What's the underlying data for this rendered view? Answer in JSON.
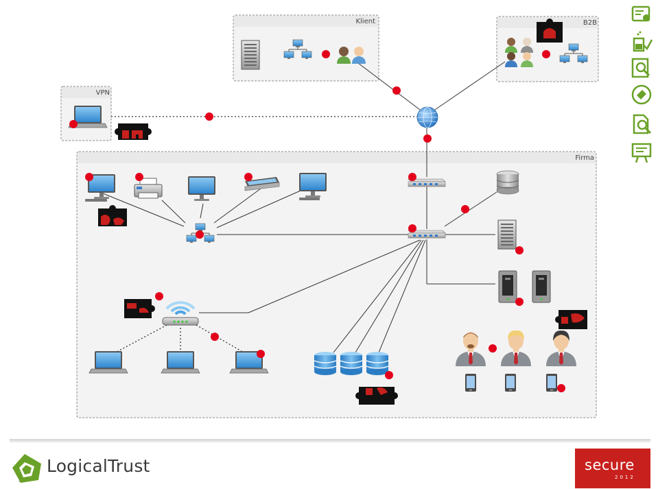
{
  "zones": {
    "klient": "Klient",
    "b2b": "B2B",
    "vpn": "VPN",
    "firma": "Firma"
  },
  "footer": {
    "brand_name": "LogicalTrust",
    "event_name": "secure",
    "event_year": "2012"
  },
  "side_icons": [
    "certificate-icon",
    "lab-flask-icon",
    "document-search-icon",
    "shield-badge-icon",
    "search-document-icon",
    "presentation-icon"
  ],
  "colors": {
    "marker_red": "#e3001b",
    "brand_green": "#6aa229",
    "event_red": "#c8201d",
    "zone_border": "#888888"
  }
}
